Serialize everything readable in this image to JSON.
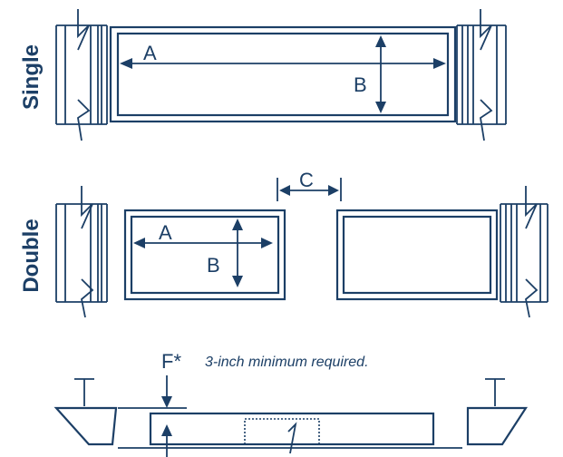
{
  "labels": {
    "single": "Single",
    "double": "Double",
    "dim_a": "A",
    "dim_b": "B",
    "dim_c": "C",
    "dim_f": "F*",
    "note": "3-inch minimum required."
  },
  "colors": {
    "line": "#1c3f66",
    "background": "#ffffff"
  }
}
